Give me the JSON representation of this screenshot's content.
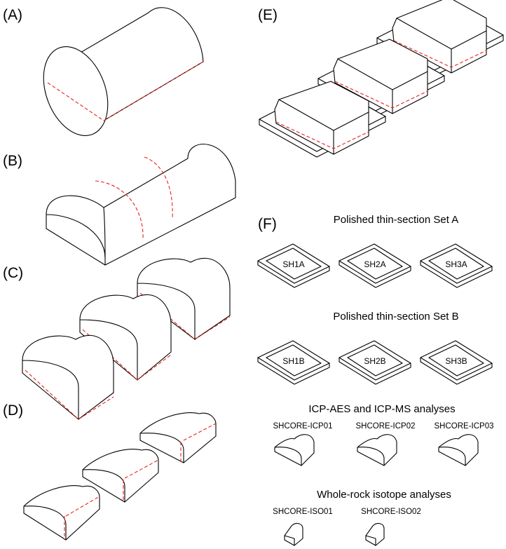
{
  "panels": {
    "a": "(A)",
    "b": "(B)",
    "c": "(C)",
    "d": "(D)",
    "e": "(E)",
    "f": "(F)"
  },
  "set_a": {
    "heading": "Polished thin-section Set A",
    "slides": [
      "SH1A",
      "SH2A",
      "SH3A"
    ]
  },
  "set_b": {
    "heading": "Polished thin-section Set B",
    "slides": [
      "SH1B",
      "SH2B",
      "SH3B"
    ]
  },
  "icp": {
    "heading": "ICP-AES and ICP-MS analyses",
    "samples": [
      "SHCORE-ICP01",
      "SHCORE-ICP02",
      "SHCORE-ICP03"
    ]
  },
  "iso": {
    "heading": "Whole-rock isotope analyses",
    "samples": [
      "SHCORE-ISO01",
      "SHCORE-ISO02"
    ]
  },
  "colors": {
    "cut_line": "#e8231d",
    "outline": "#000000"
  }
}
